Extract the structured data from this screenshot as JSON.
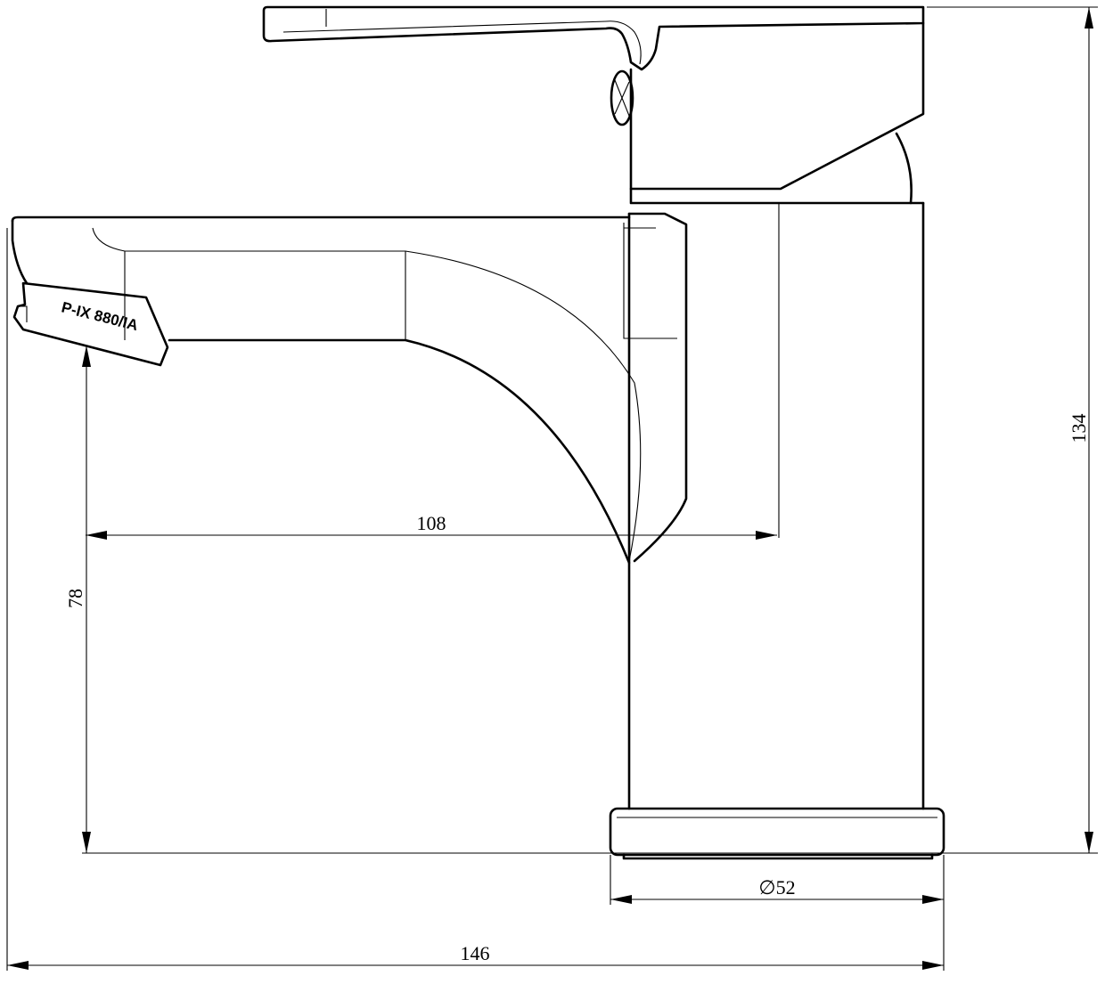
{
  "drawing": {
    "subject": "faucet-side-elevation",
    "aerator_marking": "P-IX 880/IA",
    "colors": {
      "line": "#000000",
      "background": "#ffffff"
    }
  },
  "dimensions": {
    "spout_reach": "108",
    "spout_height": "78",
    "total_height": "134",
    "base_diameter": "∅52",
    "total_length": "146"
  }
}
